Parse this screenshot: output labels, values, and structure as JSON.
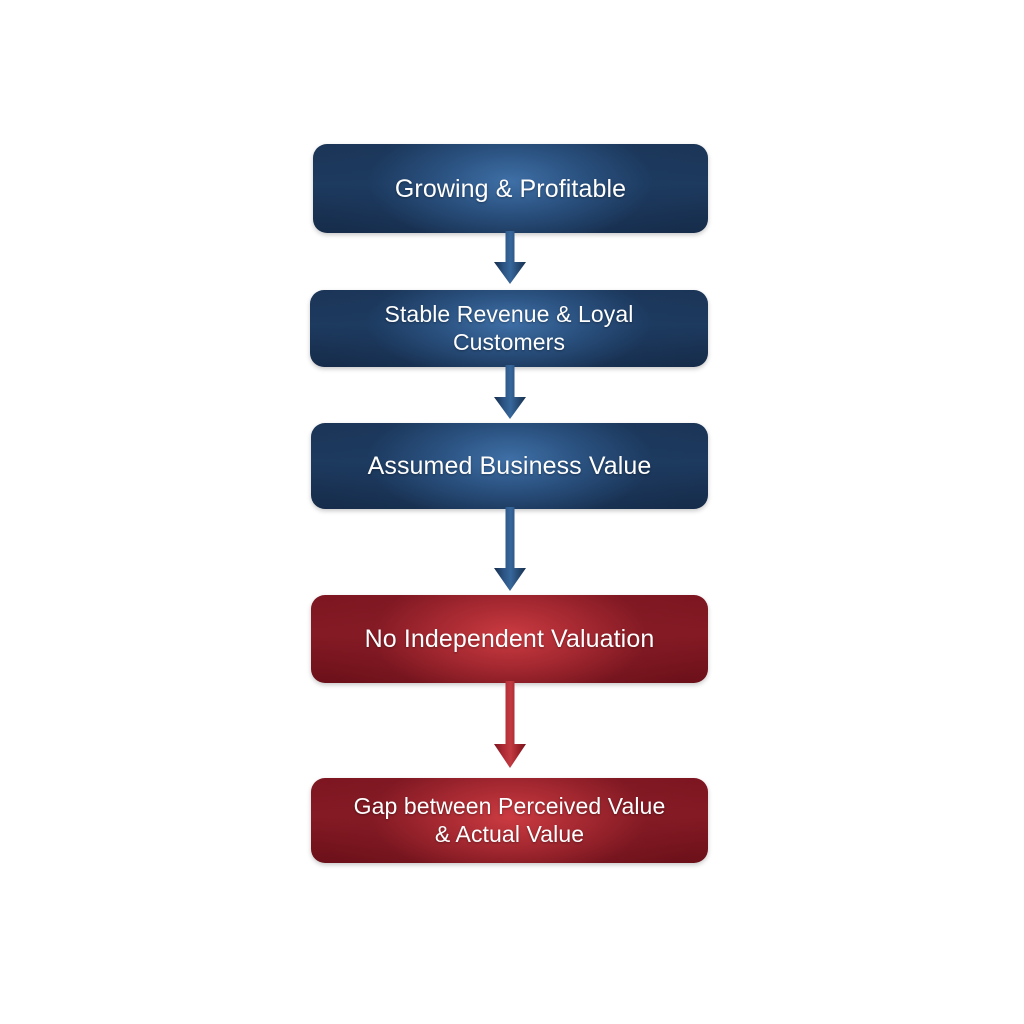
{
  "diagram": {
    "type": "flowchart",
    "orientation": "vertical-top-down",
    "background_color": "#ffffff",
    "title": "",
    "palette": {
      "blue_edge": "#14294a",
      "blue_center": "#2d5584",
      "red_edge": "#6d1119",
      "red_center": "#c0343c",
      "text_color": "#ffffff"
    },
    "nodes": [
      {
        "id": "node-growing-profitable",
        "label": "Growing & Profitable",
        "theme": "blue",
        "lines": 1
      },
      {
        "id": "node-stable-revenue",
        "label": "Stable Revenue & Loyal Customers",
        "theme": "blue",
        "lines": 1
      },
      {
        "id": "node-assumed-value",
        "label": "Assumed Business Value",
        "theme": "blue",
        "lines": 1
      },
      {
        "id": "node-no-valuation",
        "label": "No Independent Valuation",
        "theme": "red",
        "lines": 1
      },
      {
        "id": "node-value-gap",
        "label": "Gap between Perceived Value\n& Actual Value",
        "theme": "red",
        "lines": 2
      }
    ],
    "connectors": [
      {
        "id": "arrow-1",
        "icon": "arrow-down-icon",
        "from": "node-growing-profitable",
        "to": "node-stable-revenue",
        "theme": "blue"
      },
      {
        "id": "arrow-2",
        "icon": "arrow-down-icon",
        "from": "node-stable-revenue",
        "to": "node-assumed-value",
        "theme": "blue"
      },
      {
        "id": "arrow-3",
        "icon": "arrow-down-icon",
        "from": "node-assumed-value",
        "to": "node-no-valuation",
        "theme": "blue"
      },
      {
        "id": "arrow-4",
        "icon": "arrow-down-icon",
        "from": "node-no-valuation",
        "to": "node-value-gap",
        "theme": "red"
      }
    ]
  }
}
